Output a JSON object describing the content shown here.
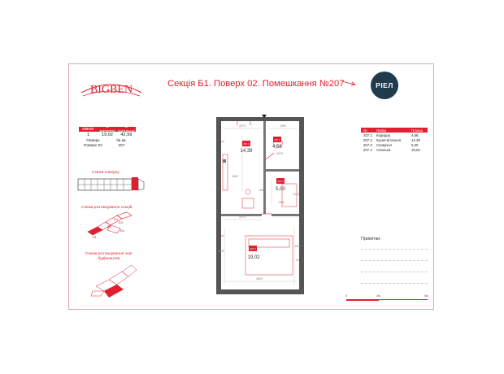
{
  "brand": {
    "logo_text": "BIGBEN",
    "developer_logo": "РІЕЛ"
  },
  "header": {
    "title": "Секція Б1. Поверх 02. Помешкання №207"
  },
  "summary": {
    "headers": [
      "кімнат",
      "S житлова",
      "S загальна"
    ],
    "values": [
      "1",
      "19,02",
      "42,99"
    ],
    "floor_label": "Поверх",
    "apt_label": "№ кв.",
    "floor_value": "Поверх 02",
    "apt_value": "207"
  },
  "captions": {
    "floor_scheme": "Схема поверху",
    "sections_scheme": "Схема розташування секцій",
    "phases_scheme": "Схема розташування черг будівництва"
  },
  "sections_labels": [
    "Б4",
    "Б3",
    "Б2",
    "Б1",
    "Б5"
  ],
  "plan": {
    "room_badges": [
      {
        "code": "207.4",
        "area": "14,39"
      },
      {
        "code": "207.1",
        "area": "4,58"
      },
      {
        "code": "207.3",
        "area": "5,00"
      },
      {
        "code": "207.4",
        "area": "19,02"
      }
    ],
    "dims": [
      "2870",
      "1880",
      "3020",
      "1880",
      "2970",
      "1880",
      "2440",
      "1900",
      "4000",
      "4800",
      "3800"
    ]
  },
  "rooms_table": {
    "headers": [
      "№",
      "Назва",
      "Площа"
    ],
    "rows": [
      {
        "num": "207.1",
        "name": "Коридор",
        "area": "4,58"
      },
      {
        "num": "207.2",
        "name": "Кухня-вітальня",
        "area": "14,39"
      },
      {
        "num": "207.3",
        "name": "Санвузол",
        "area": "5,00"
      },
      {
        "num": "207.4",
        "name": "Спальня",
        "area": "19,02"
      }
    ]
  },
  "notes": {
    "label": "Примітки:"
  },
  "scale": {
    "labels": [
      "0",
      "2м",
      "5м"
    ]
  },
  "colors": {
    "accent": "#e0202f",
    "dark": "#1f3b4d"
  }
}
